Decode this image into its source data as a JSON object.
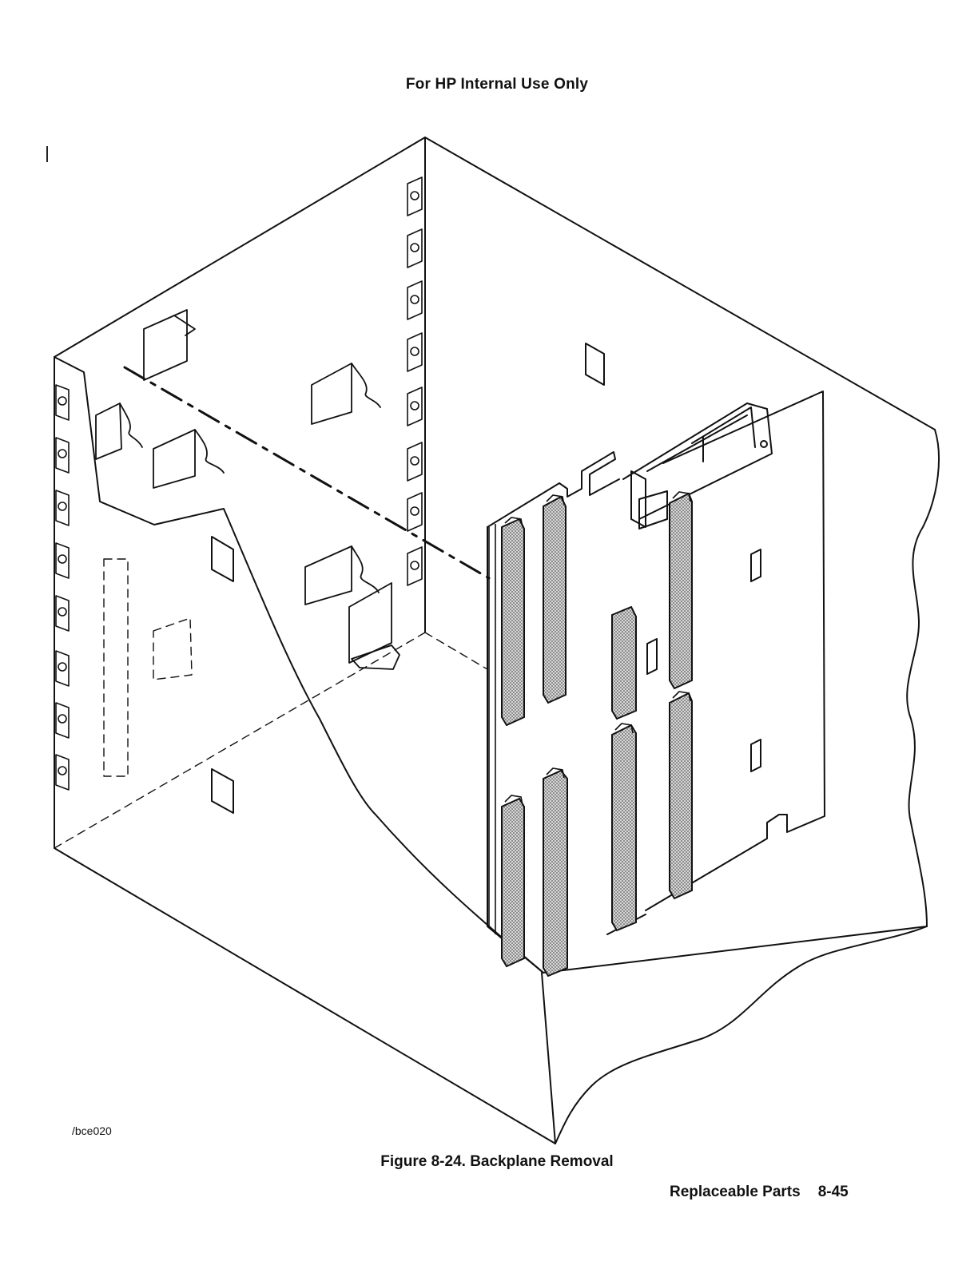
{
  "header": {
    "text": "For HP Internal Use Only"
  },
  "figure": {
    "id_label": "/bce020",
    "caption": "Figure 8-24. Backplane Removal"
  },
  "footer": {
    "section": "Replaceable Parts",
    "page_number": "8-45"
  },
  "colors": {
    "ink": "#111111",
    "paper": "#ffffff",
    "connector_fill": "#9a9a9a"
  }
}
